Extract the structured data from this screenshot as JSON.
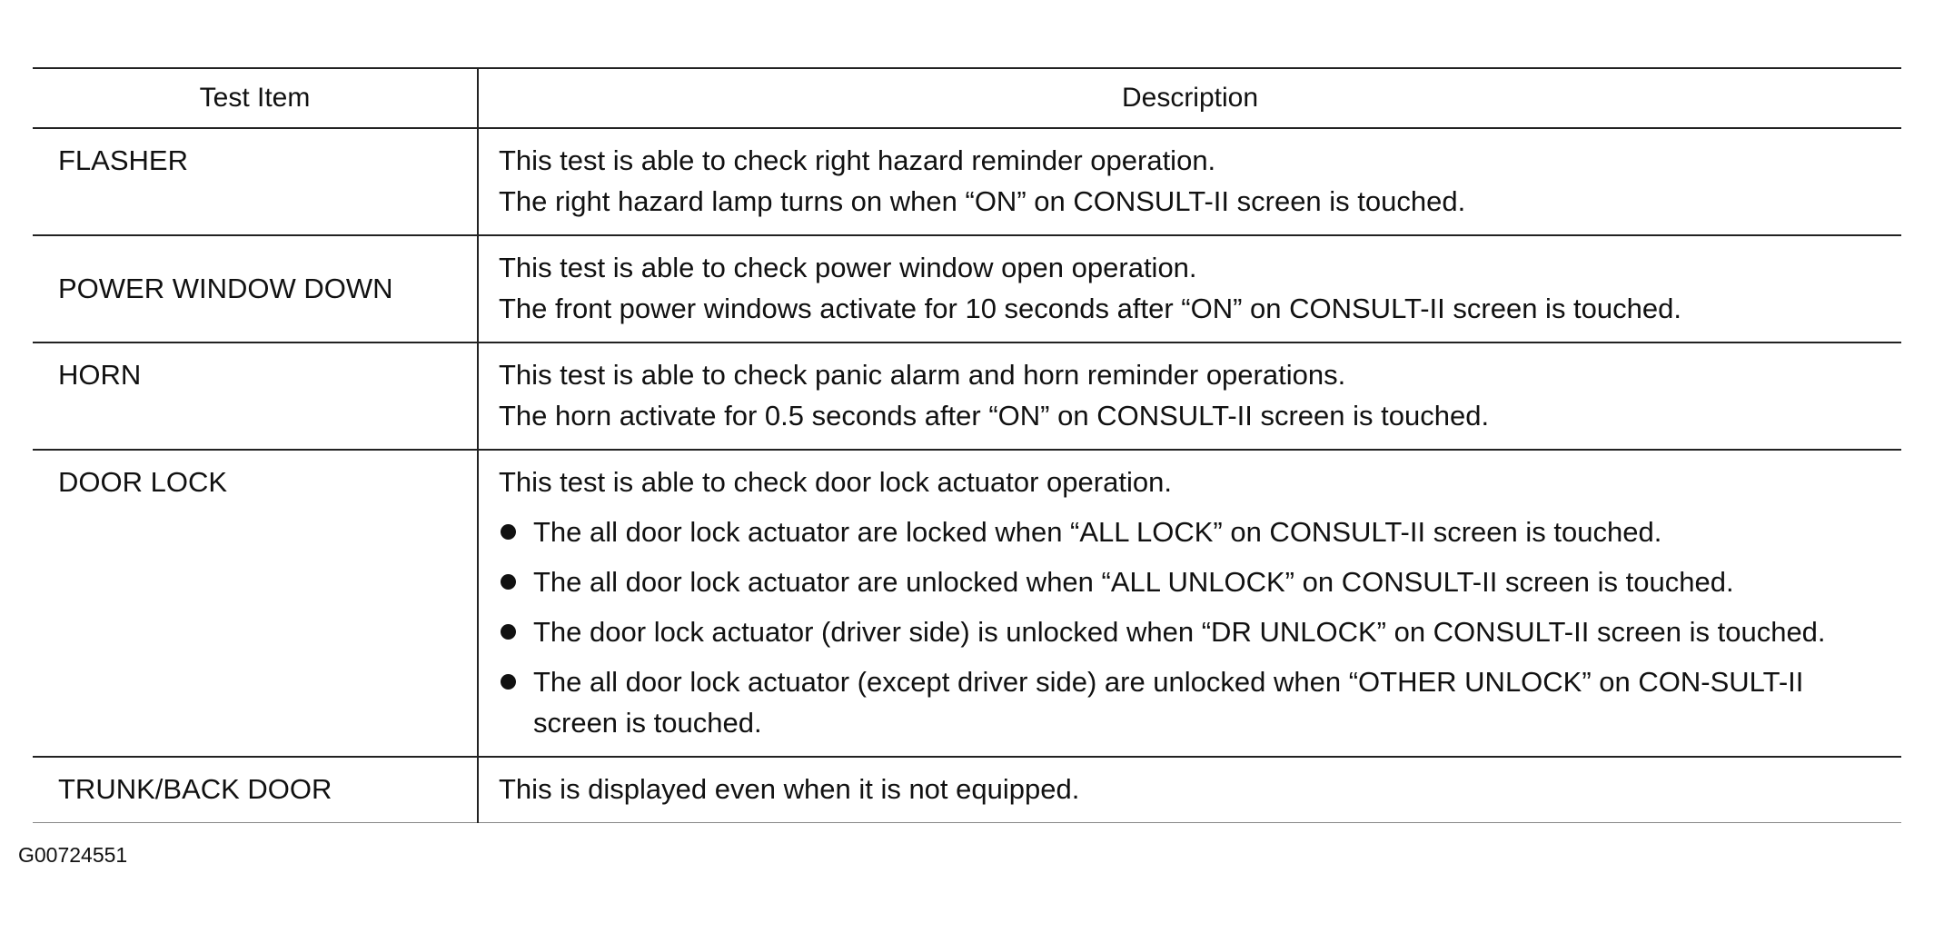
{
  "table": {
    "headers": {
      "test_item": "Test Item",
      "description": "Description"
    },
    "rows": [
      {
        "item": "FLASHER",
        "lines": [
          "This test is able to check right hazard reminder operation.",
          "The right hazard lamp turns on when “ON” on CONSULT-II screen is touched."
        ]
      },
      {
        "item": "POWER WINDOW DOWN",
        "lines": [
          "This test is able to check power window open operation.",
          "The front power windows activate for 10 seconds after “ON” on CONSULT-II screen is touched."
        ]
      },
      {
        "item": "HORN",
        "lines": [
          "This test is able to check panic alarm and horn reminder operations.",
          "The horn activate for 0.5 seconds after “ON” on CONSULT-II screen is touched."
        ]
      },
      {
        "item": "DOOR LOCK",
        "intro": "This test is able to check door lock actuator operation.",
        "bullets": [
          "The all door lock actuator are locked when “ALL LOCK” on CONSULT-II screen is touched.",
          "The all door lock actuator are unlocked when “ALL UNLOCK” on CONSULT-II screen is touched.",
          "The door lock actuator (driver side) is unlocked when “DR UNLOCK” on CONSULT-II screen is touched.",
          "The all door lock actuator (except driver side) are unlocked when “OTHER UNLOCK” on CON-SULT-II screen is touched."
        ]
      },
      {
        "item": "TRUNK/BACK DOOR",
        "lines": [
          "This is displayed even when it is not equipped."
        ]
      }
    ]
  },
  "figure_code": "G00724551"
}
